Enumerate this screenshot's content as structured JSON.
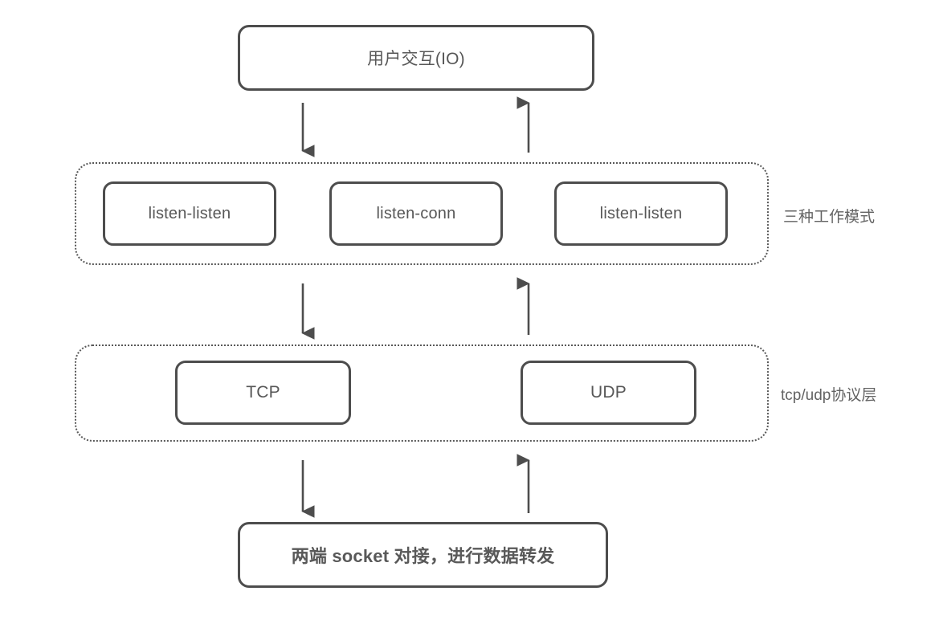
{
  "diagram": {
    "title_node": {
      "label": "用户交互(IO)"
    },
    "mode_group": {
      "side_label": "三种工作模式",
      "nodes": [
        {
          "label": "listen-listen"
        },
        {
          "label": "listen-conn"
        },
        {
          "label": "listen-listen"
        }
      ]
    },
    "protocol_group": {
      "side_label": "tcp/udp协议层",
      "nodes": [
        {
          "label": "TCP"
        },
        {
          "label": "UDP"
        }
      ]
    },
    "socket_node": {
      "label": "两端 socket 对接，进行数据转发"
    },
    "colors": {
      "node_border": "#4d4d4d",
      "group_border": "#595959",
      "text": "#575757",
      "arrow": "#4d4d4d",
      "background": "#ffffff"
    }
  }
}
